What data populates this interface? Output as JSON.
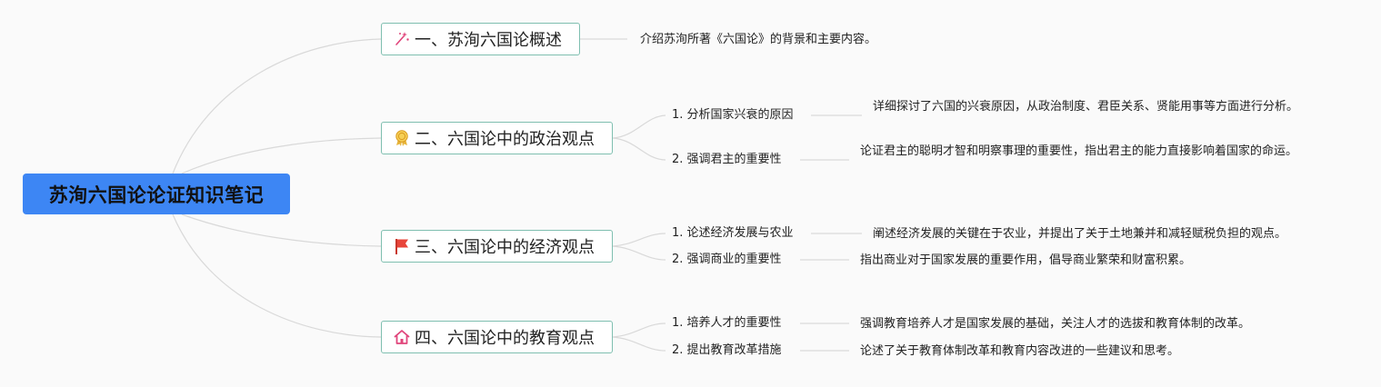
{
  "root": {
    "title": "苏洵六国论论证知识笔记"
  },
  "topics": [
    {
      "label": "一、苏洵六国论概述",
      "icon": "magic-wand-icon",
      "desc": "介绍苏洵所著《六国论》的背景和主要内容。"
    },
    {
      "label": "二、六国论中的政治观点",
      "icon": "award-ribbon-icon",
      "children": [
        {
          "label": "1. 分析国家兴衰的原因",
          "desc": "详细探讨了六国的兴衰原因，从政治制度、君臣关系、贤能用事等方面进行分析。"
        },
        {
          "label": "2. 强调君主的重要性",
          "desc": "论证君主的聪明才智和明察事理的重要性，指出君主的能力直接影响着国家的命运。"
        }
      ]
    },
    {
      "label": "三、六国论中的经济观点",
      "icon": "red-flag-icon",
      "children": [
        {
          "label": "1. 论述经济发展与农业",
          "desc": "阐述经济发展的关键在于农业，并提出了关于土地兼并和减轻赋税负担的观点。"
        },
        {
          "label": "2. 强调商业的重要性",
          "desc": "指出商业对于国家发展的重要作用，倡导商业繁荣和财富积累。"
        }
      ]
    },
    {
      "label": "四、六国论中的教育观点",
      "icon": "house-icon",
      "children": [
        {
          "label": "1. 培养人才的重要性",
          "desc": "强调教育培养人才是国家发展的基础，关注人才的选拔和教育体制的改革。"
        },
        {
          "label": "2. 提出教育改革措施",
          "desc": "论述了关于教育体制改革和教育内容改进的一些建议和思考。"
        }
      ]
    }
  ]
}
